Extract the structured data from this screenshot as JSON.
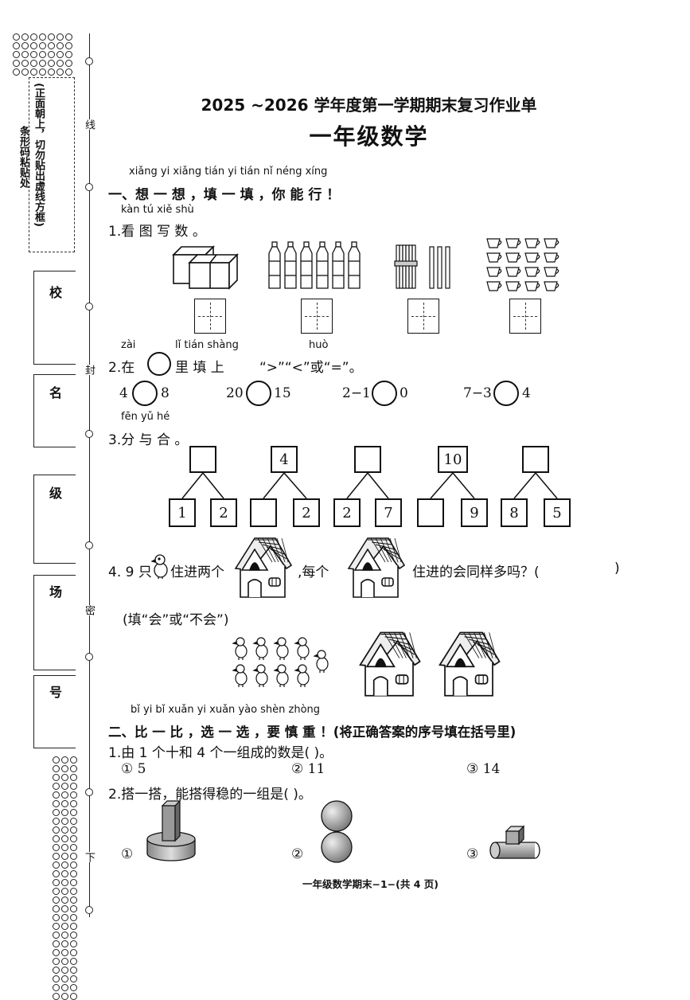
{
  "header": {
    "title": "2025 ~2026 学年度第一学期期末复习作业单",
    "subject": "一年级数学"
  },
  "side": {
    "barcode_note": "(正面朝上，切勿贴出虚线方框)",
    "barcode_label": "条形码粘贴处",
    "fields": [
      "校",
      "名",
      "级",
      "场",
      "号"
    ],
    "seal_chars": [
      "线",
      "封",
      "密",
      "下"
    ]
  },
  "section1": {
    "pinyin": "xiǎng yi xiǎng  tián yi tián   nǐ néng xíng",
    "heading": "一、想 一 想 ，填 一 填 ，你 能 行 ！",
    "q1": {
      "pinyin": "kàn tú xiě shù",
      "label": "1.看 图 写 数 。"
    },
    "q2": {
      "pinyin_a": "zài",
      "pinyin_b": "lǐ tián shàng",
      "pinyin_c": "huò",
      "label_a": "2.在",
      "label_b": "里 填 上",
      "label_c": "“>”“<”或“=”。",
      "items": [
        {
          "left": "4",
          "right": "8"
        },
        {
          "left": "20",
          "right": "15"
        },
        {
          "left": "2−1",
          "right": "0"
        },
        {
          "left": "7−3",
          "right": "4"
        }
      ]
    },
    "q3": {
      "pinyin": "fēn yǔ hé",
      "label": "3.分 与 合 。",
      "groups": [
        {
          "top": "",
          "left": "1",
          "right": "2"
        },
        {
          "top": "4",
          "left": "",
          "right": "2"
        },
        {
          "top": "",
          "left": "2",
          "right": "7"
        },
        {
          "top": "10",
          "left": "",
          "right": "9"
        },
        {
          "top": "",
          "left": "8",
          "right": "5"
        }
      ]
    },
    "q4": {
      "part_a": "4. 9 只",
      "part_b": "住进两个",
      "part_c": ",每个",
      "part_d": "住进的会同样多吗？(",
      "close": ")",
      "hint": "(填“会”或“不会”)"
    }
  },
  "section2": {
    "pinyin": "bǐ yi bǐ   xuǎn yi xuǎn  yào shèn zhòng",
    "heading": "二、比 一 比 ，选 一 选 ，要 慎 重 ！(将正确答案的序号填在括号里)",
    "q1": {
      "label": "1.由 1 个十和 4 个一组成的数是(     )。",
      "options": [
        "① 5",
        "② 11",
        "③ 14"
      ]
    },
    "q2": {
      "label": "2.搭一搭，能搭得稳的一组是(     )。",
      "options": [
        "①",
        "②",
        "③"
      ]
    }
  },
  "footer": {
    "page": "一年级数学期末−1−(共 4 页)"
  }
}
